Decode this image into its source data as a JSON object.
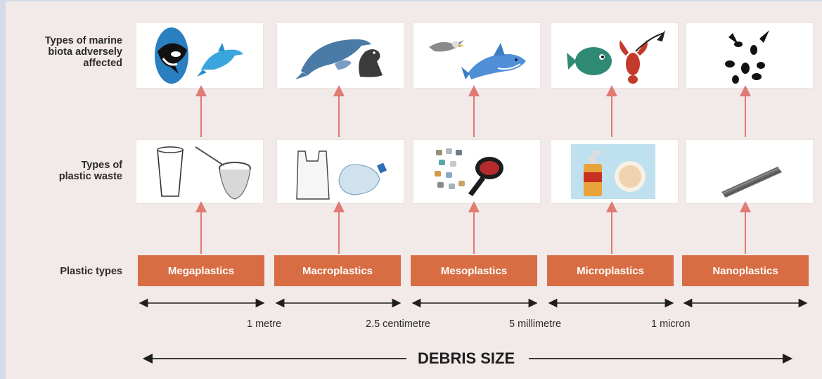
{
  "rows": {
    "biota_label": [
      "Types of marine",
      "biota adversely",
      "affected"
    ],
    "waste_label": [
      "Types of",
      "plastic waste"
    ],
    "plastic_label": "Plastic types"
  },
  "plastic_types": [
    "Megaplastics",
    "Macroplastics",
    "Mesoplastics",
    "Microplastics",
    "Nanoplastics"
  ],
  "size_labels": [
    "1 metre",
    "2.5 centimetre",
    "5 millimetre",
    "1 micron"
  ],
  "title": "DEBRIS SIZE",
  "colors": {
    "accent": "#d86d44",
    "arrow": "#e07a72",
    "background": "#f2e9e9",
    "ink": "#1e1e1e"
  },
  "icons": {
    "biota": [
      "orca-icon",
      "dolphin-icon",
      "whale-and-seal-icon",
      "seabird-and-shark-icon",
      "fish-and-lobster-icon",
      "plankton-icon"
    ],
    "waste": [
      "cup-icon",
      "fishing-net-icon",
      "plastic-bag-icon",
      "bottle-icon",
      "pellets-icon",
      "hairbrush-icon",
      "soap-dispenser-icon",
      "bead-dish-icon",
      "nanotube-icon"
    ]
  }
}
